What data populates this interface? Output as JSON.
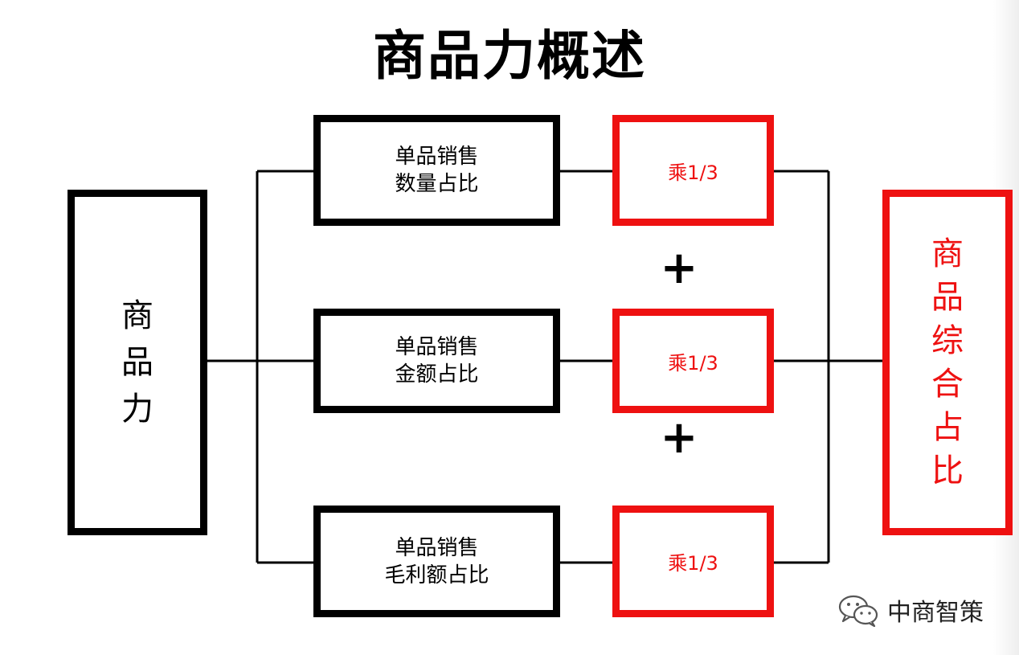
{
  "title": "商品力概述",
  "source": {
    "label": "商品力"
  },
  "metrics": [
    {
      "line1": "单品销售",
      "line2": "数量占比",
      "multiplier": "乘1/3"
    },
    {
      "line1": "单品销售",
      "line2": "金额占比",
      "multiplier": "乘1/3"
    },
    {
      "line1": "单品销售",
      "line2": "毛利额占比",
      "multiplier": "乘1/3"
    }
  ],
  "operators": [
    "+",
    "+"
  ],
  "result": {
    "label": "商品综合占比"
  },
  "brand": {
    "name": "中商智策",
    "icon": "wechat-icon"
  },
  "colors": {
    "accent": "#ee1111",
    "primary": "#000000"
  }
}
